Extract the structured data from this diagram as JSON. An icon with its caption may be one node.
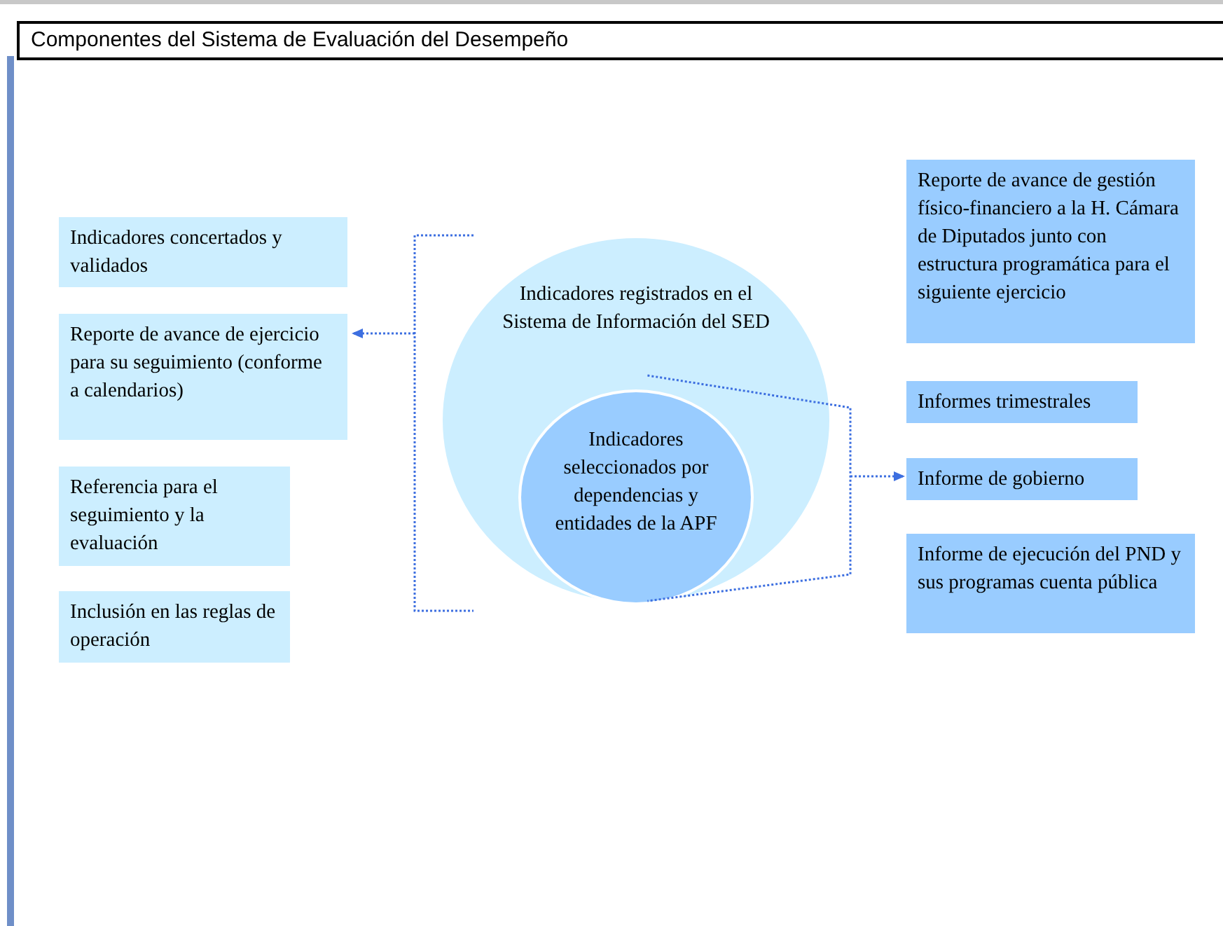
{
  "diagram": {
    "title": "Componentes del Sistema de Evaluación del Desempeño",
    "nodes": [
      {
        "text": [
          "Indicadores registrados en el Sistema de Información del SED"
        ]
      },
      {
        "text": [
          "Indicadores seleccionados por dependencias y entidades de la APF"
        ],
        "in": 0
      },
      {
        "text": [
          "Indicadores concertados y validados"
        ]
      },
      {
        "text": [
          "Reporte de avance de ejercicio para su seguimiento (conforme a calendarios)"
        ]
      },
      {
        "text": [
          "Referencia para el seguimiento y la evaluación"
        ]
      },
      {
        "text": [
          "Inclusión en las reglas de operación"
        ]
      },
      {
        "text": [
          "Reporte de avance de gestión físico-financiero a la H. Cámara de Diputados junto con estructura programática para el siguiente ejercicio"
        ]
      },
      {
        "text": [
          "Informes trimestrales"
        ]
      },
      {
        "text": [
          "Informe de gobierno"
        ]
      },
      {
        "text": [
          "Informe de ejecución del PND y sus programas cuenta pública"
        ]
      }
    ],
    "edges": [
      {
        "from": 0,
        "to": 3,
        "arrow": "to",
        "style": "dashed"
      },
      {
        "from": 1,
        "to": 8,
        "arrow": "to",
        "style": "dashed"
      }
    ]
  }
}
